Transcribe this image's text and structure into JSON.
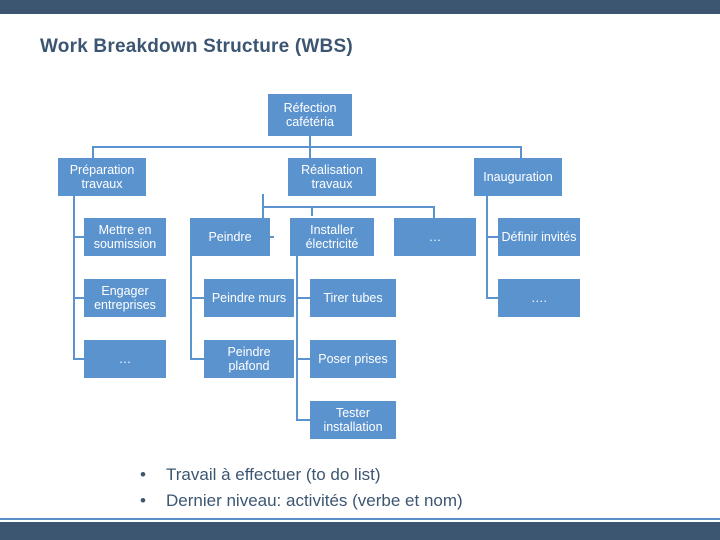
{
  "slide": {
    "title": "Work Breakdown Structure (WBS)",
    "accent_dark": "#3c5672",
    "accent_light": "#5b93cf"
  },
  "wbs": {
    "root": "Réfection cafétéria",
    "level1": [
      "Préparation travaux",
      "Réalisation travaux",
      "Inauguration"
    ],
    "prep": [
      "Mettre en soumission",
      "Engager entreprises",
      "…"
    ],
    "paint": {
      "parent": "Peindre",
      "children": [
        "Peindre murs",
        "Peindre plafond"
      ]
    },
    "electric": {
      "parent": "Installer électricité",
      "children": [
        "Tirer tubes",
        "Poser prises",
        "Tester installation"
      ]
    },
    "realisation_more": "…",
    "inauguration": [
      "Définir invités",
      "…."
    ]
  },
  "bullets": [
    {
      "marker": "•",
      "text": "Travail à effectuer (to do list)"
    },
    {
      "marker": "•",
      "text": "Dernier niveau: activités (verbe et nom)"
    }
  ]
}
